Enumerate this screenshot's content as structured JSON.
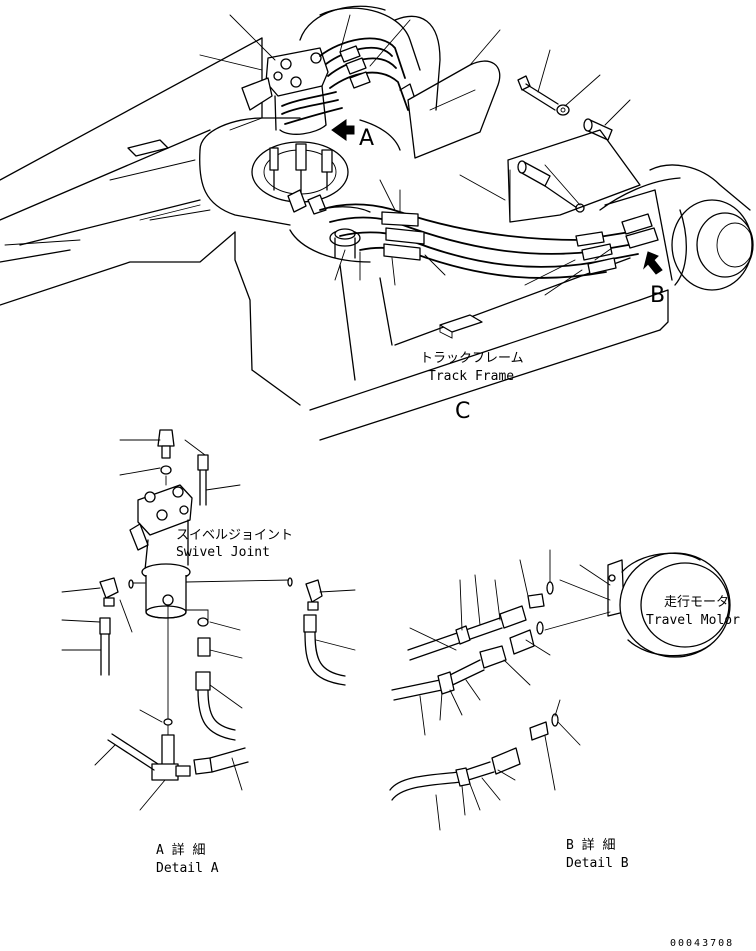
{
  "labels": {
    "callout_a": "A",
    "callout_b": "B",
    "callout_c": "C",
    "track_frame_jp": "トラックフレーム",
    "track_frame_en": "Track Frame",
    "swivel_joint_jp": "スイベルジョイント",
    "swivel_joint_en": "Swivel Joint",
    "travel_motor_jp": "走行モータ",
    "travel_motor_en": "Travel Molor",
    "detail_a_jp": "A 詳 細",
    "detail_a_en": "Detail A",
    "detail_b_jp": "B 詳 細",
    "detail_b_en": "Detail B",
    "drawing_number": "00043708"
  },
  "colors": {
    "ink": "#000000",
    "paper": "#ffffff"
  }
}
